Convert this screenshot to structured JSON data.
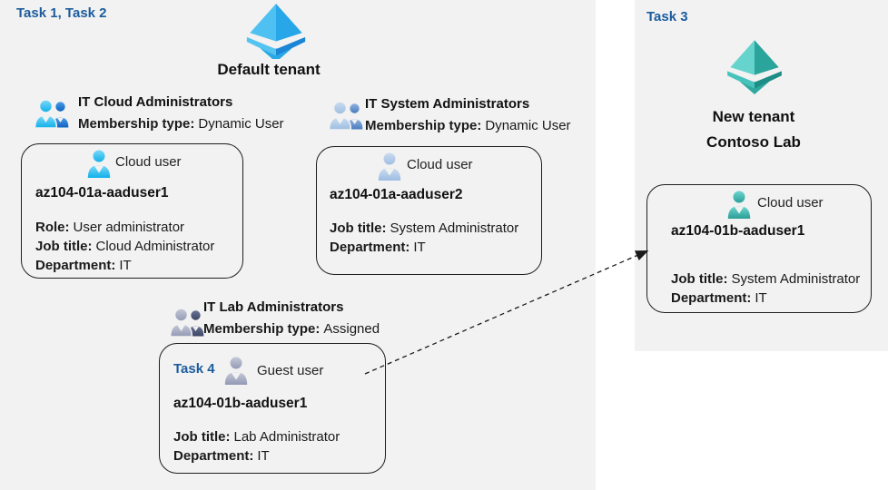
{
  "colors": {
    "panel_bg": "#f2f2f2",
    "task_label": "#1b5c9e",
    "text": "#1a1a1a",
    "card_border": "#1f1f1f",
    "tenant_blue_light": "#4ec1f2",
    "tenant_blue_dark": "#28a7e8",
    "tenant_teal_light": "#66d4cd",
    "tenant_teal_dark": "#2ba49b"
  },
  "left_panel": {
    "task_label": "Task 1, Task 2",
    "tenant_icon": "azure-tenant-pyramid-blue",
    "tenant_name": "Default tenant"
  },
  "groups": [
    {
      "title": "IT Cloud Administrators",
      "membership_label": "Membership type:",
      "membership_value": "Dynamic User",
      "group_icon": "group-users-blue",
      "card": {
        "user_icon": "cloud-user-cyan",
        "user_type": "Cloud user",
        "username": "az104-01a-aaduser1",
        "fields": [
          {
            "label": "Role:",
            "value": "User administrator"
          },
          {
            "label": "Job title:",
            "value": "Cloud Administrator"
          },
          {
            "label": "Department:",
            "value": "IT"
          }
        ]
      }
    },
    {
      "title": "IT System Administrators",
      "membership_label": "Membership type:",
      "membership_value": "Dynamic User",
      "group_icon": "group-users-pale-blue",
      "card": {
        "user_icon": "cloud-user-pale-blue",
        "user_type": "Cloud user",
        "username": "az104-01a-aaduser2",
        "fields": [
          {
            "label": "Job title:",
            "value": "System Administrator"
          },
          {
            "label": "Department:",
            "value": "IT"
          }
        ]
      }
    },
    {
      "title": "IT Lab Administrators",
      "membership_label": "Membership type:",
      "membership_value": "Assigned",
      "group_icon": "group-users-gray",
      "card": {
        "task_label": "Task 4",
        "user_icon": "guest-user-gray",
        "user_type": "Guest user",
        "username": "az104-01b-aaduser1",
        "fields": [
          {
            "label": "Job title:",
            "value": "Lab Administrator"
          },
          {
            "label": "Department:",
            "value": "IT"
          }
        ]
      }
    }
  ],
  "right_panel": {
    "task_label": "Task 3",
    "tenant_icon": "azure-tenant-pyramid-teal",
    "tenant_name_line1": "New tenant",
    "tenant_name_line2": "Contoso Lab",
    "card": {
      "user_icon": "cloud-user-teal",
      "user_type": "Cloud user",
      "username": "az104-01b-aaduser1",
      "fields": [
        {
          "label": "Job title:",
          "value": "System Administrator"
        },
        {
          "label": "Department:",
          "value": "IT"
        }
      ]
    }
  }
}
